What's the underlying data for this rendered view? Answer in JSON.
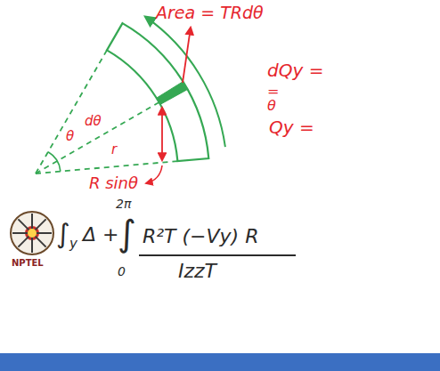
{
  "diagram": {
    "labels": [
      "Area = TRdθ",
      "dθ",
      "θ",
      "r",
      "R sinθ",
      "dQy =",
      "=",
      "θ",
      "Qy =",
      "∫",
      "y",
      "Δ",
      "+",
      "2π",
      "∫",
      "0",
      "R²T (−Vy) R",
      "IzzT",
      "NPTEL"
    ]
  }
}
